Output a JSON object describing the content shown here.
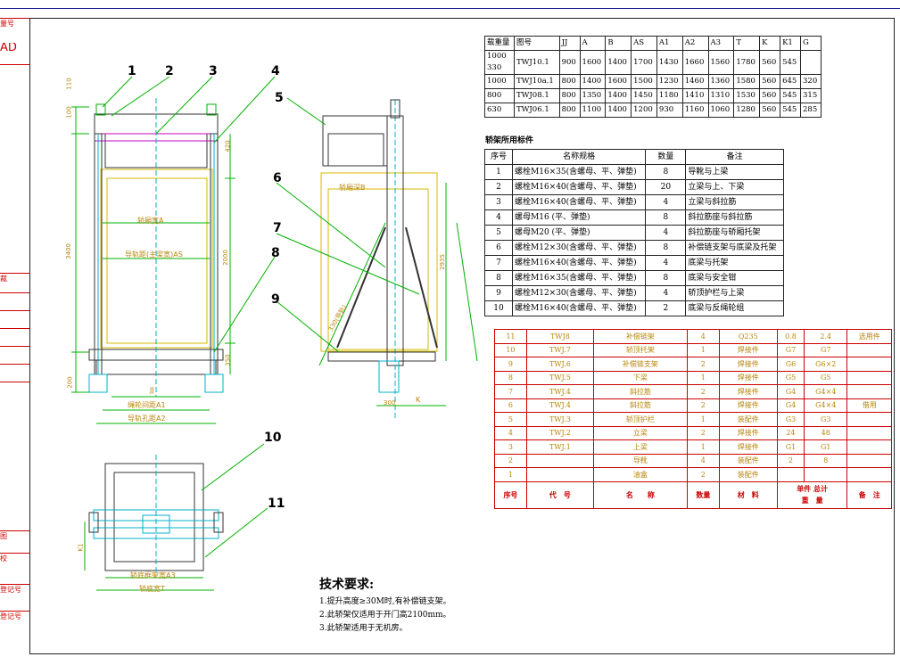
{
  "left_strip": {
    "top_code": "量号",
    "top_big": "AD",
    "mid_label": "裁",
    "lower_items": [
      "图",
      "校",
      "登记号",
      "登记号"
    ]
  },
  "callouts": [
    "1",
    "2",
    "3",
    "4",
    "5",
    "6",
    "7",
    "8",
    "9",
    "10",
    "11"
  ],
  "dims_front": {
    "d110": "110",
    "d100": "100",
    "d200": "200",
    "d3400": "3400",
    "d2000": "2000",
    "d350": "350",
    "d420": "420",
    "car_width_a": "轿厢宽A",
    "guide_width": "导轨距(主梁宽)AS",
    "j_label": "JJ",
    "rail_dist": "绳轮间距A1",
    "rail_a2": "导轨孔距A2"
  },
  "dims_side": {
    "car_depth": "轿厢深B",
    "d2935": "2935",
    "k": "K",
    "d300": "300",
    "side_left": "330(导轨)"
  },
  "dims_bottom": {
    "base_width": "轿底宽T",
    "bottom_a3": "轿底框架宽A3",
    "k1": "K1"
  },
  "spec_table": {
    "headers": [
      "载重量",
      "图号",
      "JJ",
      "A",
      "B",
      "AS",
      "A1",
      "A2",
      "A3",
      "T",
      "K",
      "K1",
      "G"
    ],
    "rows": [
      [
        "1000\n330",
        "TWJ10.1",
        "900",
        "1600",
        "1400",
        "1700",
        "1430",
        "1660",
        "1560",
        "1780",
        "560",
        "545",
        ""
      ],
      [
        "1000",
        "TWJ10a.1",
        "800",
        "1400",
        "1600",
        "1500",
        "1230",
        "1460",
        "1360",
        "1580",
        "560",
        "645",
        "320"
      ],
      [
        "800",
        "TWJ08.1",
        "800",
        "1350",
        "1400",
        "1450",
        "1180",
        "1410",
        "1310",
        "1530",
        "560",
        "545",
        "315"
      ],
      [
        "630",
        "TWJ06.1",
        "800",
        "1100",
        "1400",
        "1200",
        "930",
        "1160",
        "1060",
        "1280",
        "560",
        "545",
        "285"
      ]
    ]
  },
  "fastener_table": {
    "title": "轿架所用标件",
    "headers": [
      "序号",
      "名称规格",
      "数量",
      "备注"
    ],
    "rows": [
      [
        "1",
        "螺栓M16×35(含螺母、平、弹垫)",
        "8",
        "导靴与上梁"
      ],
      [
        "2",
        "螺栓M16×40(含螺母、平、弹垫)",
        "20",
        "立梁与上、下梁"
      ],
      [
        "3",
        "螺栓M16×40(含螺母、平、弹垫)",
        "4",
        "立梁与斜拉筋"
      ],
      [
        "4",
        "螺母M16 (平、弹垫)",
        "8",
        "斜拉筋座与斜拉筋"
      ],
      [
        "5",
        "螺母M20 (平、弹垫)",
        "4",
        "斜拉筋座与轿厢托架"
      ],
      [
        "6",
        "螺栓M12×30(含螺母、平、弹垫)",
        "8",
        "补偿链支架与底梁及托架"
      ],
      [
        "7",
        "螺栓M16×40(含螺母、平、弹垫)",
        "4",
        "底梁与托架"
      ],
      [
        "8",
        "螺栓M16×35(含螺母、平、弹垫)",
        "8",
        "底梁与安全钳"
      ],
      [
        "9",
        "螺栓M12×30(含螺母、平、弹垫)",
        "4",
        "轿顶护栏与上梁"
      ],
      [
        "10",
        "螺栓M16×40(含螺母、平、弹垫)",
        "2",
        "底梁与反绳轮组"
      ]
    ]
  },
  "bom_table": {
    "rows": [
      [
        "11",
        "TWJ8",
        "补偿链架",
        "4",
        "Q235",
        "0.8",
        "2.4",
        "选用件"
      ],
      [
        "10",
        "TWJ.7",
        "轿顶托架",
        "1",
        "焊接件",
        "G7",
        "G7",
        ""
      ],
      [
        "9",
        "TWJ.6",
        "补偿链支架",
        "2",
        "焊接件",
        "G6",
        "G6×2",
        ""
      ],
      [
        "8",
        "TWJ.5",
        "下梁",
        "1",
        "焊接件",
        "G5",
        "G5",
        ""
      ],
      [
        "7",
        "TWJ.4",
        "斜拉筋",
        "2",
        "焊接件",
        "G4",
        "G4×4",
        ""
      ],
      [
        "6",
        "TWJ.4",
        "斜拉筋",
        "2",
        "焊接件",
        "G4",
        "G4×4",
        "借用"
      ],
      [
        "5",
        "TWJ.3",
        "轿顶护栏",
        "1",
        "装配件",
        "G3",
        "G3",
        ""
      ],
      [
        "4",
        "TWJ.2",
        "立梁",
        "2",
        "焊接件",
        "24",
        "48",
        ""
      ],
      [
        "3",
        "TWJ.1",
        "上梁",
        "1",
        "焊接件",
        "G1",
        "G1",
        ""
      ],
      [
        "2",
        "",
        "导靴",
        "4",
        "装配件",
        "2",
        "8",
        ""
      ],
      [
        "1",
        "",
        "油盒",
        "2",
        "装配件",
        "",
        "",
        ""
      ]
    ],
    "header": {
      "seq": "序号",
      "code": "代　号",
      "name": "名　　称",
      "qty": "数量",
      "material": "材　料",
      "unit": "单件",
      "total": "总计",
      "weight": "重　量",
      "note": "备　注"
    }
  },
  "tech_requirements": {
    "title": "技术要求:",
    "lines": [
      "1.提升高度≥30M时,有补偿链支架。",
      "2.此轿架仅适用于开门高2100mm。",
      "3.此轿架适用于无机房。"
    ]
  },
  "colors": {
    "frame_blue": "#1a1a8c",
    "leader_green": "#00b000",
    "part_yellow": "#d4b800",
    "part_cyan": "#00b0c8",
    "part_magenta": "#c000c0",
    "strip_red": "#cc0000"
  }
}
